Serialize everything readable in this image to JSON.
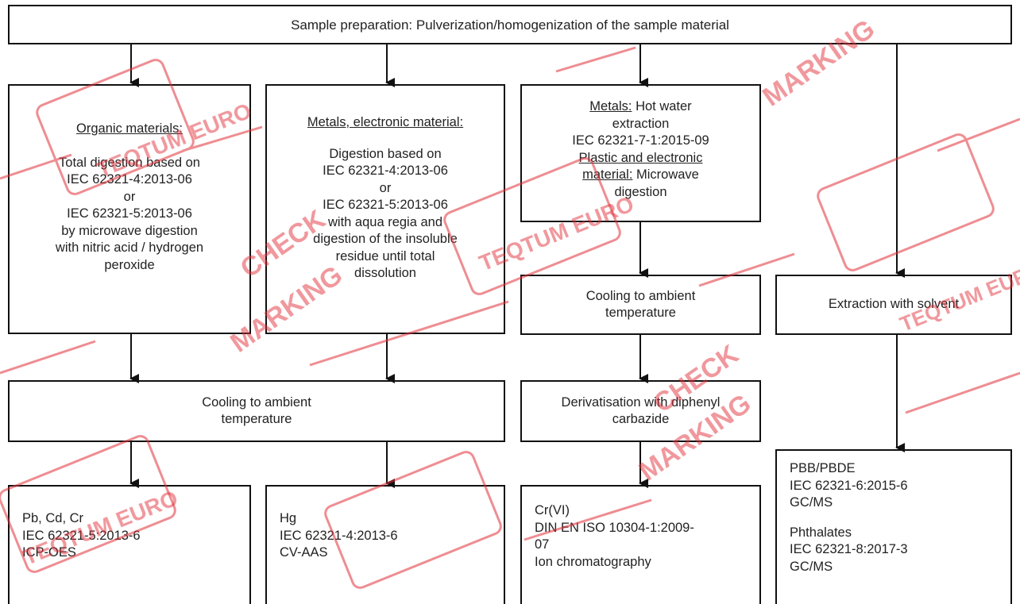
{
  "diagram": {
    "top": {
      "text": "Sample preparation: Pulverization/homogenization of the sample material"
    },
    "col1": {
      "heading": "Organic materials:",
      "body": [
        "Total digestion based on",
        "IEC 62321-4:2013-06",
        "or",
        "IEC 62321-5:2013-06",
        "by microwave digestion",
        "with nitric acid / hydrogen",
        "peroxide"
      ]
    },
    "col2": {
      "heading": "Metals, electronic material:",
      "body": [
        "Digestion based on",
        "IEC 62321-4:2013-06",
        "or",
        "IEC 62321-5:2013-06",
        "with aqua regia and",
        "digestion of the insoluble",
        "residue until total",
        "dissolution"
      ]
    },
    "col3": {
      "heading1": "Metals:",
      "text1": " Hot water",
      "line2": "extraction",
      "line3": "IEC 62321-7-1:2015-09",
      "heading2a": "Plastic and electronic",
      "heading2b": "material:",
      "text2": " Microwave",
      "line6": "digestion"
    },
    "cooling_left": {
      "lines": [
        "Cooling to ambient",
        "temperature"
      ]
    },
    "cooling_mid": {
      "lines": [
        "Cooling to ambient",
        "temperature"
      ]
    },
    "extraction": {
      "text": "Extraction with solvent"
    },
    "derivatisation": {
      "lines": [
        "Derivatisation with diphenyl",
        "carbazide"
      ]
    },
    "result_pb": {
      "lines": [
        "Pb, Cd, Cr",
        "IEC 62321-5:2013-6",
        "ICP-OES"
      ]
    },
    "result_hg": {
      "lines": [
        "Hg",
        "IEC 62321-4:2013-6",
        "CV-AAS"
      ]
    },
    "result_cr": {
      "lines": [
        "Cr(VI)",
        "DIN EN ISO 10304-1:2009-",
        "07",
        "Ion chromatography"
      ]
    },
    "result_pbb": {
      "group1": [
        "PBB/PBDE",
        "IEC 62321-6:2015-6",
        "GC/MS"
      ],
      "group2": [
        "Phthalates",
        "IEC 62321-8:2017-3",
        "GC/MS"
      ]
    }
  },
  "watermark": {
    "texts": [
      "TEQTUM EURO",
      "CHECK",
      "MARKING"
    ],
    "color": "#e0303a"
  },
  "colors": {
    "border": "#111111",
    "text": "#222222",
    "watermark": "#e0303a"
  }
}
